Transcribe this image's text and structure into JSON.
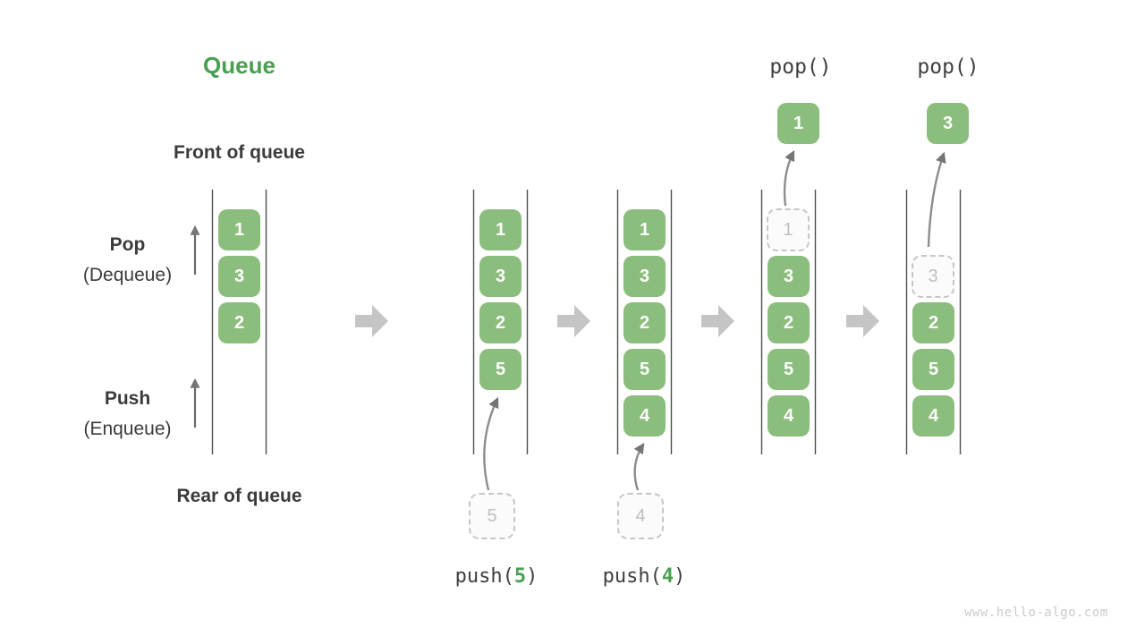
{
  "title": "Queue",
  "labels": {
    "front": "Front of queue",
    "rear": "Rear of queue",
    "pop": "Pop",
    "pop_sub": "(Dequeue)",
    "push": "Push",
    "push_sub": "(Enqueue)"
  },
  "states": [
    {
      "boxes": {
        "s0": "1",
        "s1": "3",
        "s2": "2"
      }
    },
    {
      "boxes": {
        "s0": "1",
        "s1": "3",
        "s2": "2",
        "s3": "5"
      },
      "incoming": "5"
    },
    {
      "boxes": {
        "s0": "1",
        "s1": "3",
        "s2": "2",
        "s3": "5",
        "s4": "4"
      },
      "incoming": "4"
    },
    {
      "boxes": {
        "s1": "3",
        "s2": "2",
        "s3": "5",
        "s4": "4"
      },
      "ghost": "1",
      "popped": "1"
    },
    {
      "boxes": {
        "s2": "2",
        "s3": "5",
        "s4": "4"
      },
      "ghost": "3",
      "popped": "3"
    }
  ],
  "push_ops": [
    {
      "prefix": "push(",
      "arg": "5",
      "suffix": ")"
    },
    {
      "prefix": "push(",
      "arg": "4",
      "suffix": ")"
    }
  ],
  "pop_ops": [
    {
      "label": "pop()"
    },
    {
      "label": "pop()"
    }
  ],
  "watermark": "www.hello-algo.com",
  "colors": {
    "green_box": "#8bbd7d",
    "green_accent": "#48a050",
    "text_dark": "#3c3c3c",
    "line_dark": "#4f4f4f",
    "arrow_gray": "#8c8c8c",
    "block_arrow": "#c5c5c5",
    "muted": "#bfbfbf",
    "watermark_gray": "#cbcbcb"
  }
}
